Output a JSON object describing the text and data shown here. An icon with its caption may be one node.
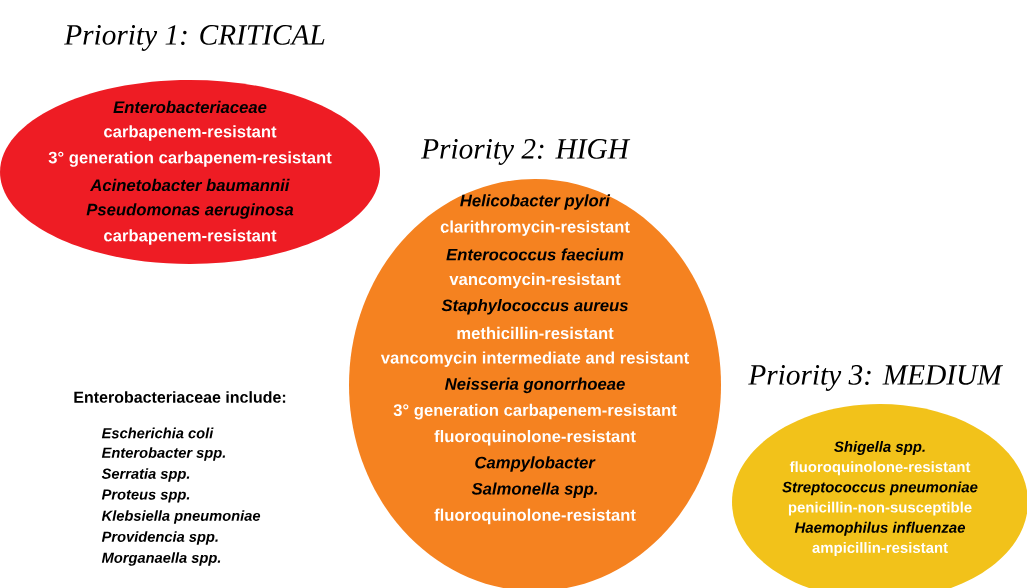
{
  "diagram": {
    "nodes": [
      {
        "text": [
          "Priority 1: CRITICAL",
          "*Enterobacteriaceae*",
          "carbapenem-resistant",
          "3° generation carbapenem-resistant",
          "*Acinetobacter baumannii*",
          "*Pseudomonas aeruginosa*",
          "carbapenem-resistant"
        ]
      },
      {
        "text": [
          "Priority 2: HIGH",
          "*Helicobacter pylori*",
          "clarithromycin-resistant",
          "*Enterococcus faecium*",
          "vancomycin-resistant",
          "*Staphylococcus aureus*",
          "methicillin-resistant",
          "vancomycin intermediate and resistant",
          "*Neisseria gonorrhoeae*",
          "3° generation carbapenem-resistant",
          "fluoroquinolone-resistant",
          "*Campylobacter*",
          "*Salmonella spp.*",
          "fluoroquinolone-resistant"
        ]
      },
      {
        "text": [
          "Priority 3: MEDIUM",
          "*Shigella spp.*",
          "fluoroquinolone-resistant",
          "*Streptococcus pneumoniae*",
          "penicillin-non-susceptible",
          "*Haemophilus influenzae*",
          "ampicillin-resistant"
        ]
      }
    ],
    "labels": [
      "Enterobacteriaceae include:",
      "Escherichia coli",
      "Enterobacter spp.",
      "Serratia spp.",
      "Proteus spp.",
      "Klebsiella pneumoniae",
      "Providencia spp.",
      "Morganaella spp."
    ]
  }
}
